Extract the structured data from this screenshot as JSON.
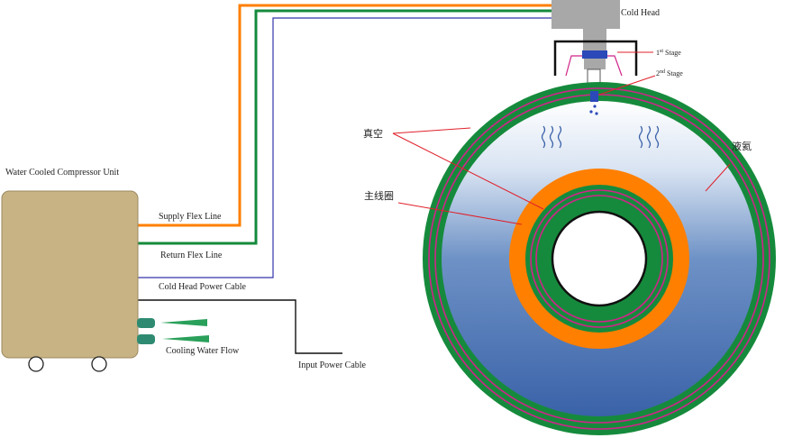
{
  "labels": {
    "compressor_unit": "Water Cooled Compressor Unit",
    "supply_flex_line": "Supply Flex Line",
    "return_flex_line": "Return Flex Line",
    "cold_head_power_cable": "Cold Head Power Cable",
    "cooling_water_flow": "Cooling Water Flow",
    "input_power_cable": "Input Power Cable",
    "cold_head": "Cold Head",
    "stage1": "1",
    "stage1_sup": "st",
    "stage1_suffix": " Stage",
    "stage2": "2",
    "stage2_sup": "nd",
    "stage2_suffix": " Stage",
    "vacuum": "真空",
    "main_coil": "主线圈",
    "liquid_helium": "液氦"
  },
  "colors": {
    "compressor_body": "#c8b384",
    "supply_line": "#ff7f00",
    "return_line": "#168a3c",
    "power_cable": "#3333aa",
    "input_cable": "#111111",
    "vessel_green": "#168a3c",
    "ring_magenta": "#d0258a",
    "coil_orange": "#ff7f00",
    "helium_top": "#ffffff",
    "helium_bottom": "#3a62a8",
    "cold_head_gray": "#a8a8a8",
    "stage_blue": "#2b49b8",
    "annotation_red": "#e0202a"
  }
}
